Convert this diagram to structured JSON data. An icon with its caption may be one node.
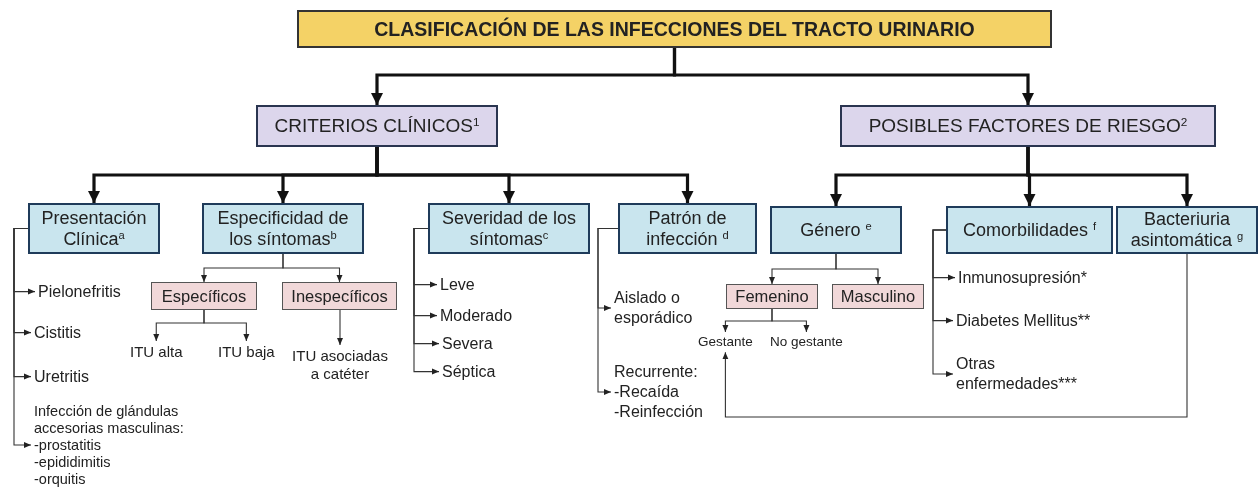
{
  "diagram": {
    "nodes": [
      {
        "text": [
          "CLASIFICACIÓN DE LAS INFECCIONES DEL TRACTO URINARIO"
        ]
      },
      {
        "text": [
          "CRITERIOS CLÍNICOS$^{1}$"
        ]
      },
      {
        "text": [
          "POSIBLES FACTORES DE RIESGO$^{2}$"
        ]
      },
      {
        "text": [
          "Presentación Clínica$^{a}$"
        ]
      },
      {
        "text": [
          "Especificidad de los síntomas$^{b}$"
        ]
      },
      {
        "text": [
          "Severidad de los síntomas$^{c}$"
        ]
      },
      {
        "text": [
          "Patrón de infección $^{d}$"
        ]
      },
      {
        "text": [
          "Género $^{e}$"
        ]
      },
      {
        "text": [
          "Comorbilidades $^{f}$"
        ]
      },
      {
        "text": [
          "Bacteriuria asintomática $^{g}$"
        ]
      },
      {
        "text": [
          "Pielonefritis"
        ]
      },
      {
        "text": [
          "Cistitis"
        ]
      },
      {
        "text": [
          "Uretritis"
        ]
      },
      {
        "text": [
          "Infección de glándulas accesorias masculinas:",
          "-prostatitis",
          "-epididimitis",
          "-orquitis"
        ]
      },
      {
        "text": [
          "Específicos"
        ]
      },
      {
        "text": [
          "Inespecíficos"
        ]
      },
      {
        "text": [
          "ITU alta"
        ]
      },
      {
        "text": [
          "ITU baja"
        ]
      },
      {
        "text": [
          "ITU asociadas a catéter"
        ]
      },
      {
        "text": [
          "Leve"
        ]
      },
      {
        "text": [
          "Moderado"
        ]
      },
      {
        "text": [
          "Severa"
        ]
      },
      {
        "text": [
          "Séptica"
        ]
      },
      {
        "text": [
          "Aislado o esporádico"
        ]
      },
      {
        "text": [
          "Recurrente:",
          "-Recaída",
          "-Reinfección"
        ]
      },
      {
        "text": [
          "Femenino"
        ]
      },
      {
        "text": [
          "Masculino"
        ]
      },
      {
        "text": [
          "Gestante"
        ]
      },
      {
        "text": [
          "No gestante"
        ]
      },
      {
        "text": [
          "Inmunosupresión*"
        ]
      },
      {
        "text": [
          "Diabetes Mellitus**"
        ]
      },
      {
        "text": [
          "Otras enfermedades***"
        ]
      }
    ],
    "edges": [
      {
        "from": 0,
        "to": 1,
        "arrow": "to",
        "style": "thick"
      },
      {
        "from": 0,
        "to": 2,
        "arrow": "to",
        "style": "thick"
      },
      {
        "from": 1,
        "to": 3,
        "arrow": "to",
        "style": "thick"
      },
      {
        "from": 1,
        "to": 4,
        "arrow": "to",
        "style": "thick"
      },
      {
        "from": 1,
        "to": 5,
        "arrow": "to",
        "style": "thick"
      },
      {
        "from": 1,
        "to": 6,
        "arrow": "to",
        "style": "thick"
      },
      {
        "from": 2,
        "to": 7,
        "arrow": "to",
        "style": "thick"
      },
      {
        "from": 2,
        "to": 8,
        "arrow": "to",
        "style": "thick"
      },
      {
        "from": 2,
        "to": 9,
        "arrow": "to",
        "style": "thick"
      },
      {
        "from": 3,
        "to": 10,
        "arrow": "to"
      },
      {
        "from": 3,
        "to": 11,
        "arrow": "to"
      },
      {
        "from": 3,
        "to": 12,
        "arrow": "to"
      },
      {
        "from": 3,
        "to": 13,
        "arrow": "to"
      },
      {
        "from": 4,
        "to": 14,
        "arrow": "to"
      },
      {
        "from": 4,
        "to": 15,
        "arrow": "to"
      },
      {
        "from": 14,
        "to": 16,
        "arrow": "to"
      },
      {
        "from": 14,
        "to": 17,
        "arrow": "to"
      },
      {
        "from": 15,
        "to": 18,
        "arrow": "to"
      },
      {
        "from": 5,
        "to": 19,
        "arrow": "to"
      },
      {
        "from": 5,
        "to": 20,
        "arrow": "to"
      },
      {
        "from": 5,
        "to": 21,
        "arrow": "to"
      },
      {
        "from": 5,
        "to": 22,
        "arrow": "to"
      },
      {
        "from": 6,
        "to": 23,
        "arrow": "to"
      },
      {
        "from": 6,
        "to": 24,
        "arrow": "to"
      },
      {
        "from": 7,
        "to": 25,
        "arrow": "to"
      },
      {
        "from": 7,
        "to": 26,
        "arrow": "to"
      },
      {
        "from": 25,
        "to": 27,
        "arrow": "to"
      },
      {
        "from": 25,
        "to": 28,
        "arrow": "to"
      },
      {
        "from": 8,
        "to": 29,
        "arrow": "to"
      },
      {
        "from": 8,
        "to": 30,
        "arrow": "to"
      },
      {
        "from": 8,
        "to": 31,
        "arrow": "to"
      },
      {
        "from": 9,
        "to": 27,
        "arrow": "to"
      }
    ]
  }
}
